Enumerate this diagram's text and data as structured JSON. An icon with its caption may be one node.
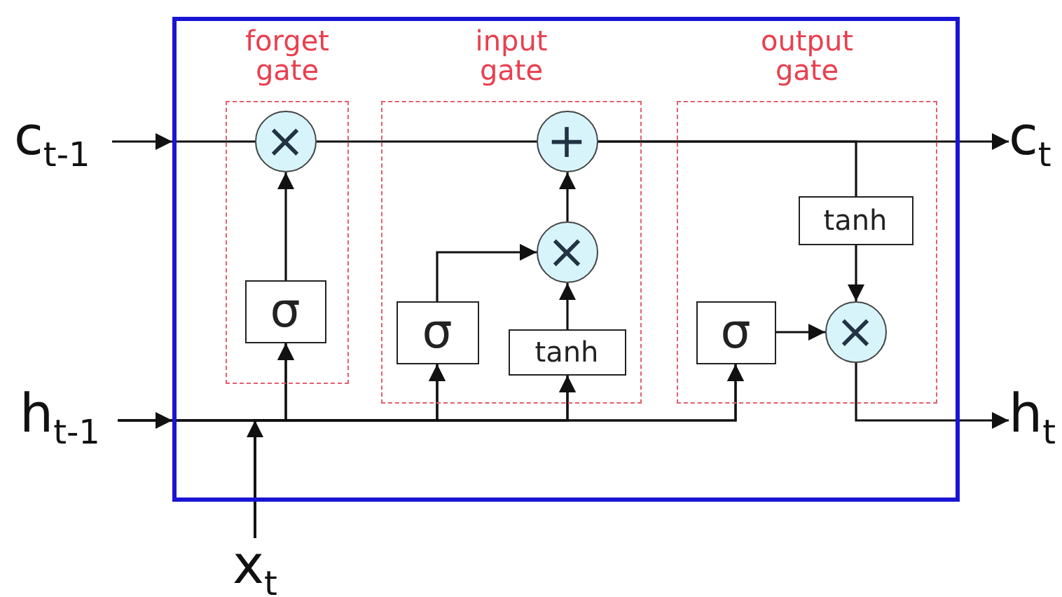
{
  "diagram": {
    "nodes": [
      {
        "text": [],
        "shape": "box"
      },
      {
        "text": [
          "forget gate"
        ],
        "in": 0
      },
      {
        "text": [
          "input gate"
        ],
        "in": 0
      },
      {
        "text": [
          "output gate"
        ],
        "in": 0
      },
      {
        "text": [
          "c$_{t-1}$"
        ]
      },
      {
        "text": [
          "h$_{t-1}$"
        ]
      },
      {
        "text": [
          "x$_{t}$"
        ]
      },
      {
        "text": [
          "c$_{t}$"
        ]
      },
      {
        "text": [
          "h$_{t}$"
        ]
      },
      {
        "text": [
          "×"
        ],
        "in": 1
      },
      {
        "text": [
          "σ"
        ],
        "in": 1
      },
      {
        "text": [
          "+"
        ],
        "in": 2
      },
      {
        "text": [
          "×"
        ],
        "in": 2
      },
      {
        "text": [
          "σ"
        ],
        "in": 2
      },
      {
        "text": [
          "tanh"
        ],
        "in": 2
      },
      {
        "text": [
          "tanh"
        ],
        "in": 3
      },
      {
        "text": [
          "σ"
        ],
        "in": 3
      },
      {
        "text": [
          "×"
        ],
        "in": 3
      }
    ],
    "edges": [
      {
        "from": 4,
        "to": 0,
        "arrow": "to"
      },
      {
        "from": 10,
        "to": 9,
        "arrow": "to"
      },
      {
        "from": 9,
        "to": 11,
        "arrow": "none"
      },
      {
        "from": 13,
        "to": 12,
        "arrow": "to"
      },
      {
        "from": 14,
        "to": 12,
        "arrow": "to"
      },
      {
        "from": 12,
        "to": 11,
        "arrow": "to"
      },
      {
        "from": 11,
        "to": 7,
        "arrow": "to"
      },
      {
        "from": 11,
        "to": 15,
        "arrow": "none"
      },
      {
        "from": 15,
        "to": 17,
        "arrow": "to"
      },
      {
        "from": 16,
        "to": 17,
        "arrow": "to"
      },
      {
        "from": 17,
        "to": 8,
        "arrow": "to"
      },
      {
        "from": 5,
        "to": 10,
        "arrow": "to"
      },
      {
        "from": 5,
        "to": 13,
        "arrow": "to"
      },
      {
        "from": 5,
        "to": 14,
        "arrow": "to"
      },
      {
        "from": 5,
        "to": 16,
        "arrow": "to"
      },
      {
        "from": 6,
        "to": 10,
        "arrow": "to"
      },
      {
        "from": 6,
        "to": 13,
        "arrow": "to"
      },
      {
        "from": 6,
        "to": 14,
        "arrow": "to"
      },
      {
        "from": 6,
        "to": 16,
        "arrow": "to"
      },
      {
        "from": 0,
        "to": 9,
        "arrow": "none"
      }
    ]
  }
}
